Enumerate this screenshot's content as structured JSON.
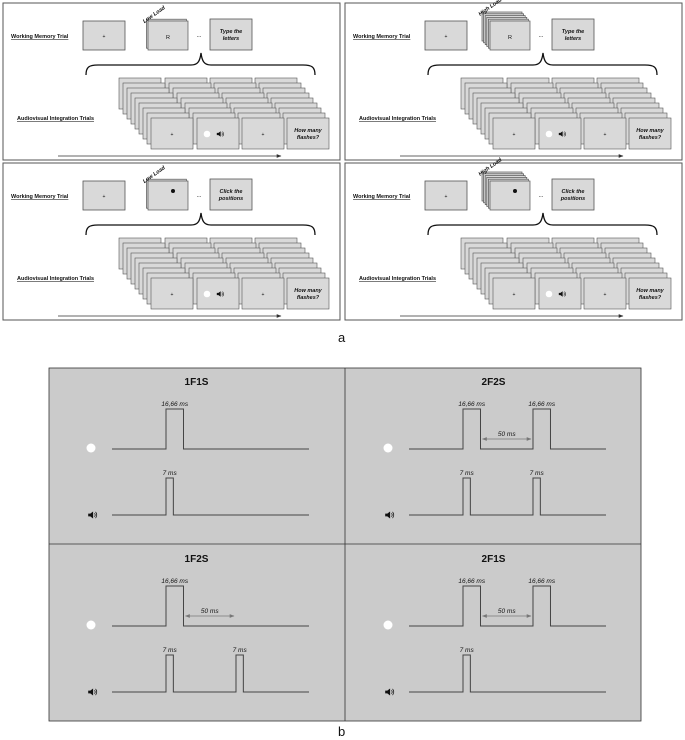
{
  "part_a": {
    "label": "a",
    "panels": [
      {
        "wm_trial": "Working Memory Trial",
        "av_trials": "Audiovisual Integration Trials",
        "load": "Low Load",
        "load_stack": 2,
        "stimulus": "R",
        "stimulus_type": "letter",
        "wm_task": [
          "Type the",
          "letters"
        ],
        "fixation": "+",
        "av_task": [
          "How many",
          "flashes?"
        ],
        "ellipsis": "..."
      },
      {
        "wm_trial": "Working Memory Trial",
        "av_trials": "Audiovisual Integration Trials",
        "load": "High Load",
        "load_stack": 6,
        "stimulus": "R",
        "stimulus_type": "letter",
        "wm_task": [
          "Type the",
          "letters"
        ],
        "fixation": "+",
        "av_task": [
          "How many",
          "flashes?"
        ],
        "ellipsis": "..."
      },
      {
        "wm_trial": "Working Memory Trial",
        "av_trials": "Audiovisual Integration Trials",
        "load": "Low Load",
        "load_stack": 2,
        "stimulus": "",
        "stimulus_type": "dot",
        "wm_task": [
          "Click the",
          "positions"
        ],
        "fixation": "+",
        "av_task": [
          "How many",
          "flashes?"
        ],
        "ellipsis": "..."
      },
      {
        "wm_trial": "Working Memory Trial",
        "av_trials": "Audiovisual Integration Trials",
        "load": "High Load",
        "load_stack": 6,
        "stimulus": "",
        "stimulus_type": "dot",
        "wm_task": [
          "Click the",
          "positions"
        ],
        "fixation": "+",
        "av_task": [
          "How many",
          "flashes?"
        ],
        "ellipsis": "..."
      }
    ]
  },
  "part_b": {
    "label": "b",
    "colors": {
      "background": "#cbcbcb",
      "line": "#444444",
      "arrow": "#777777"
    },
    "conditions": [
      {
        "title": "1F1S",
        "visual": {
          "pulses": [
            {
              "start": 0,
              "label": "16,66 ms"
            }
          ],
          "gap_label": ""
        },
        "auditory": {
          "pulses": [
            {
              "start": 0,
              "label": "7 ms"
            }
          ],
          "gap_label": ""
        }
      },
      {
        "title": "2F2S",
        "visual": {
          "pulses": [
            {
              "start": 0,
              "label": "16,66 ms"
            },
            {
              "start": 66.66,
              "label": "16,66 ms"
            }
          ],
          "gap_label": "50 ms"
        },
        "auditory": {
          "pulses": [
            {
              "start": 0,
              "label": "7 ms"
            },
            {
              "start": 66.66,
              "label": "7 ms"
            }
          ],
          "gap_label": ""
        }
      },
      {
        "title": "1F2S",
        "visual": {
          "pulses": [
            {
              "start": 0,
              "label": "16,66 ms"
            }
          ],
          "gap_label": "50 ms"
        },
        "auditory": {
          "pulses": [
            {
              "start": 0,
              "label": "7 ms"
            },
            {
              "start": 66.66,
              "label": "7 ms"
            }
          ],
          "gap_label": ""
        }
      },
      {
        "title": "2F1S",
        "visual": {
          "pulses": [
            {
              "start": 0,
              "label": "16,66 ms"
            },
            {
              "start": 66.66,
              "label": "16,66 ms"
            }
          ],
          "gap_label": "50 ms"
        },
        "auditory": {
          "pulses": [
            {
              "start": 0,
              "label": "7 ms"
            }
          ],
          "gap_label": ""
        }
      }
    ]
  }
}
